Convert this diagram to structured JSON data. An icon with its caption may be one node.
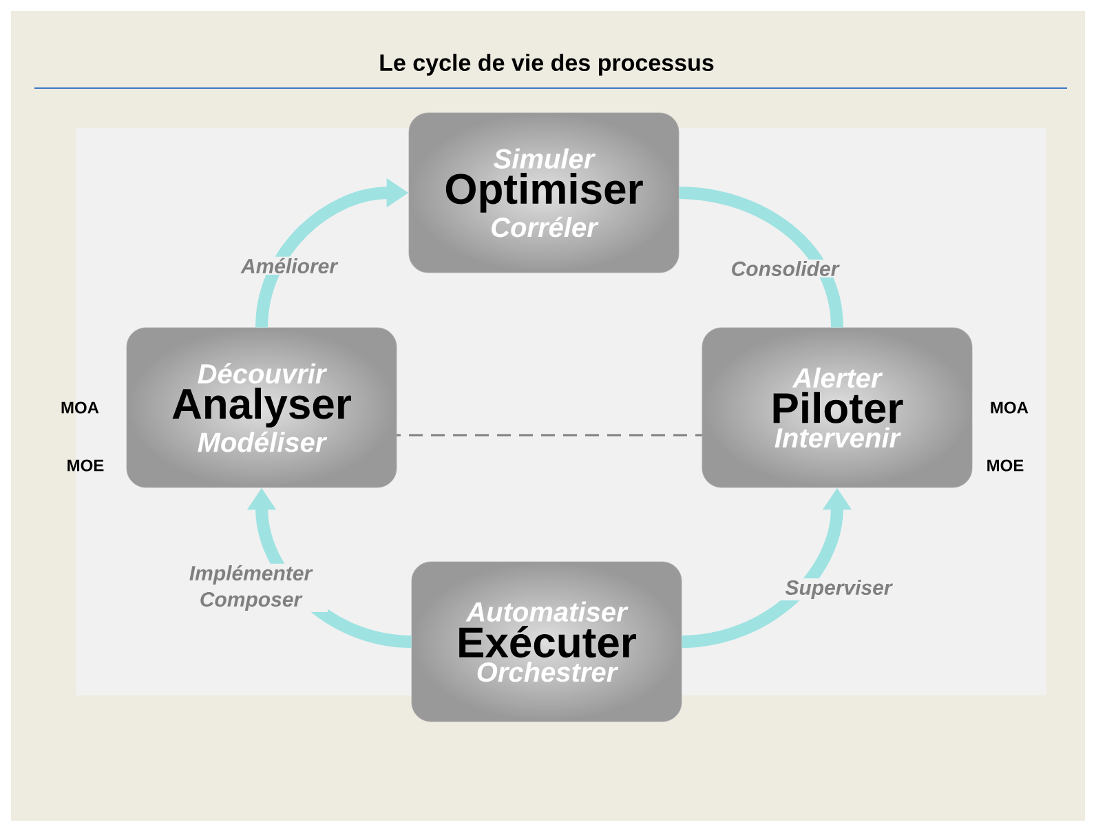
{
  "diagram": {
    "title": "Le cycle de vie des processus",
    "nodes": [
      {
        "text": [
          "Simuler",
          "Optimiser",
          "Corréler"
        ]
      },
      {
        "text": [
          "Découvrir",
          "Analyser",
          "Modéliser"
        ]
      },
      {
        "text": [
          "Alerter",
          "Piloter",
          "Intervenir"
        ]
      },
      {
        "text": [
          "Automatiser",
          "Exécuter",
          "Orchestrer"
        ]
      }
    ],
    "edges": [
      {
        "from": 1,
        "to": 0,
        "arrow": "to",
        "label": "Améliorer"
      },
      {
        "from": 0,
        "to": 2,
        "arrow": "none",
        "label": "Consolider"
      },
      {
        "from": 3,
        "to": 2,
        "arrow": "to",
        "label": "Superviser"
      },
      {
        "from": 3,
        "to": 1,
        "arrow": "to",
        "label": "Implémenter Composer"
      }
    ],
    "labels": [
      "MOA",
      "MOE",
      "MOA",
      "MOE"
    ]
  }
}
